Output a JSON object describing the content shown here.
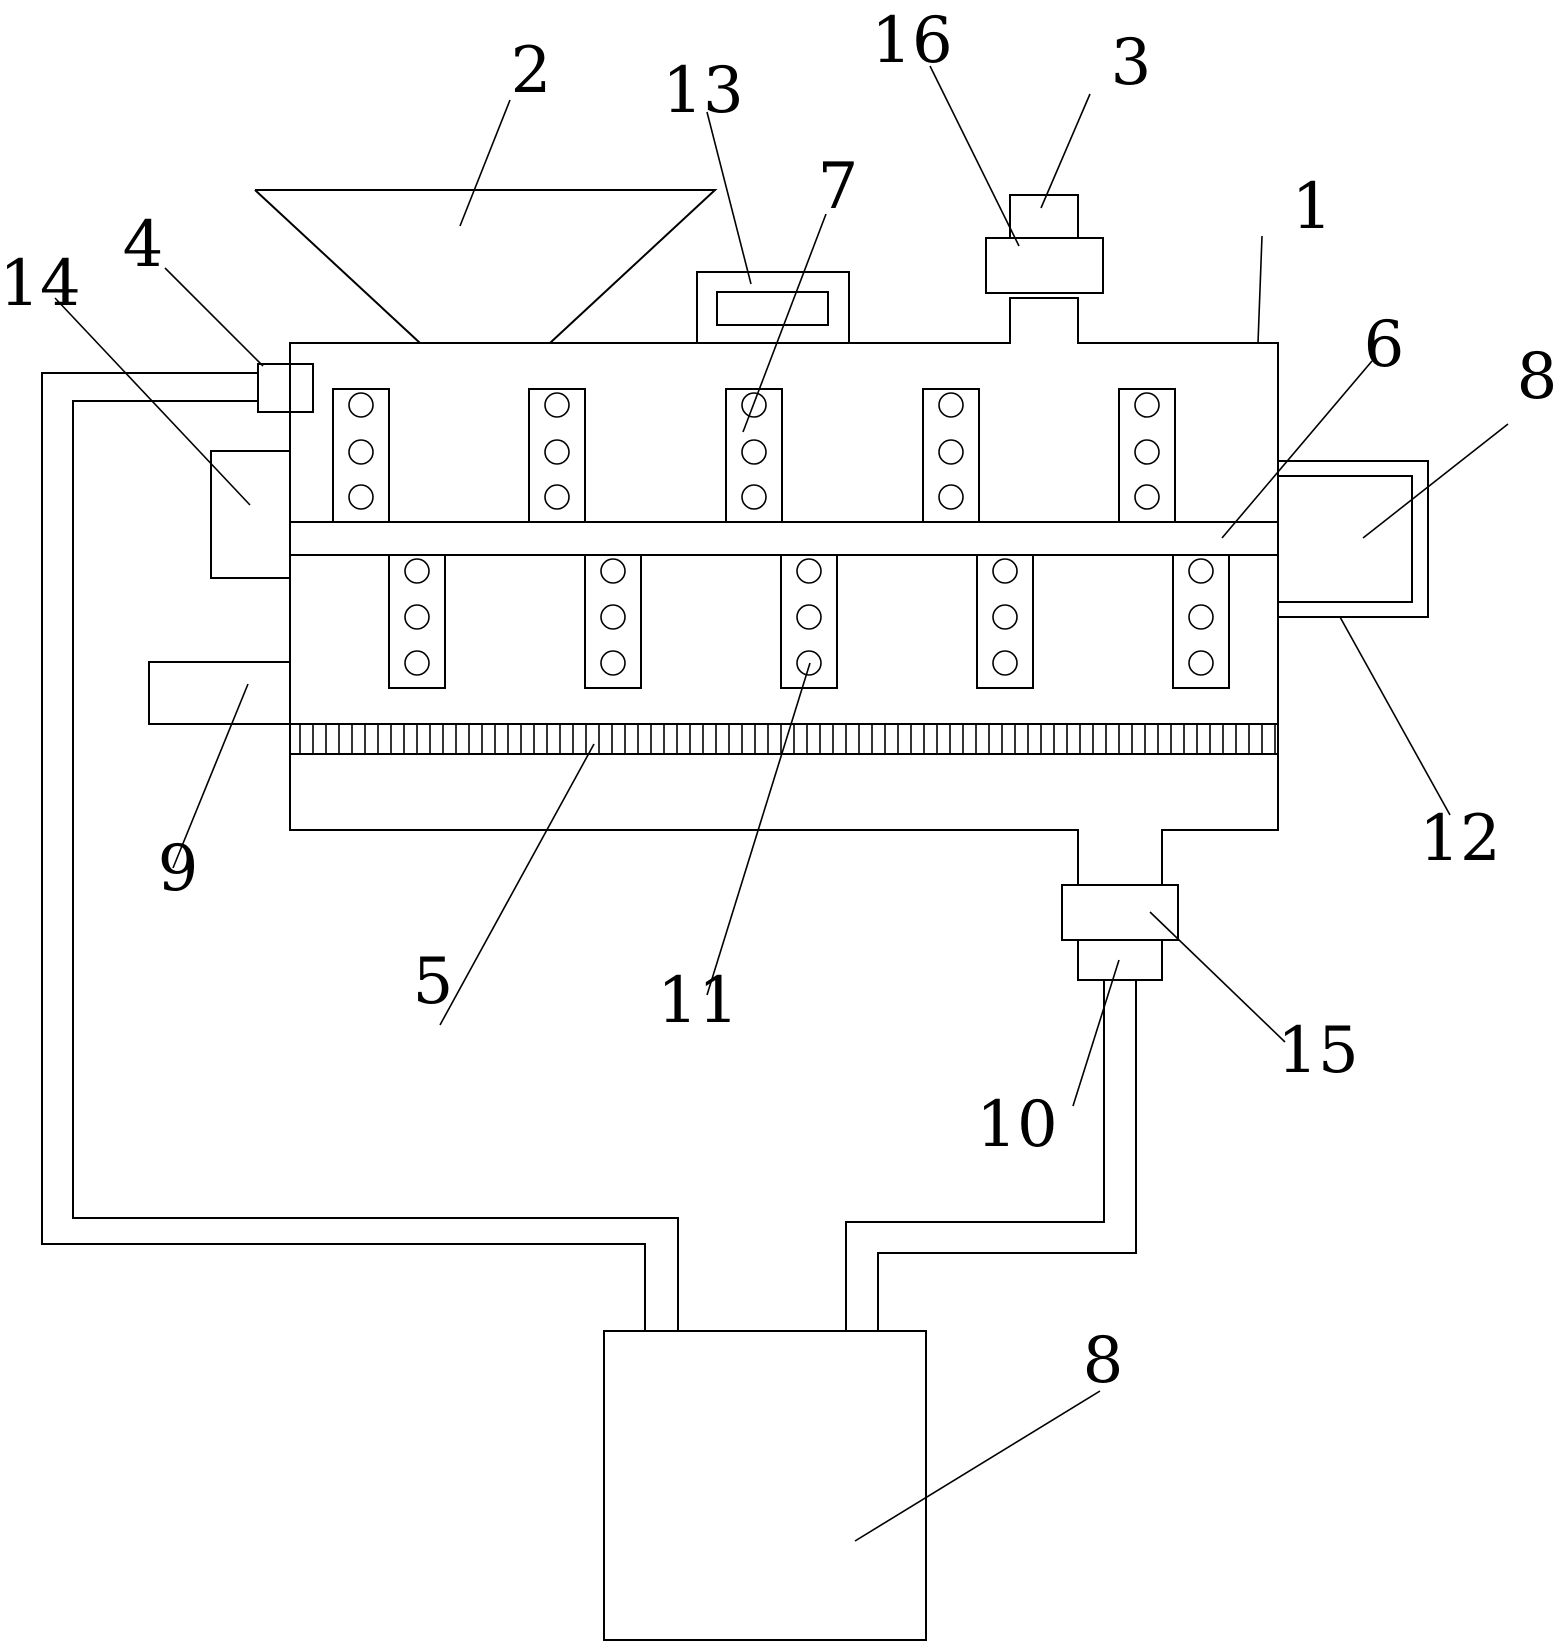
{
  "labels": {
    "l1": "1",
    "l2": "2",
    "l3": "3",
    "l4": "4",
    "l5": "5",
    "l6": "6",
    "l7": "7",
    "l8a": "8",
    "l8b": "8",
    "l9": "9",
    "l10": "10",
    "l11": "11",
    "l12": "12",
    "l13": "13",
    "l14": "14",
    "l15": "15",
    "l16": "16"
  }
}
